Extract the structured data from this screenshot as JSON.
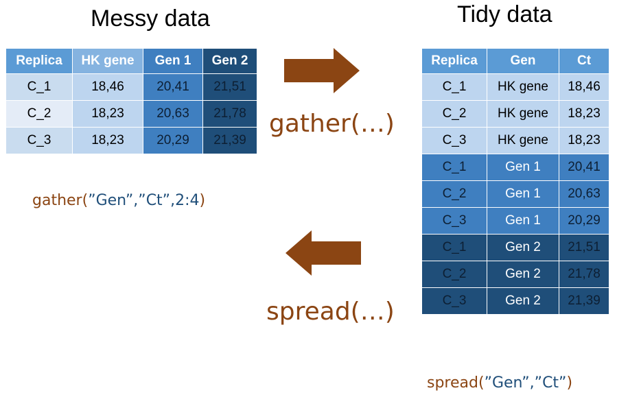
{
  "messy": {
    "title": "Messy data",
    "headers": [
      "Replica",
      "HK gene",
      "Gen 1",
      "Gen 2"
    ],
    "header_colors": [
      "#5b9bd5",
      "#85b3e0",
      "#3f7fc0",
      "#1f4e79"
    ],
    "rows": [
      [
        "C_1",
        "18,46",
        "20,41",
        "21,51"
      ],
      [
        "C_2",
        "18,23",
        "20,63",
        "21,78"
      ],
      [
        "C_3",
        "18,23",
        "20,29",
        "21,39"
      ]
    ],
    "col_colors": [
      "#d8e3f2",
      "#bdd5ef",
      "#3f7fc0",
      "#1f4e79"
    ],
    "row_first_colors": [
      "#c9dcef",
      "#e4ecf7",
      "#c9dcef"
    ]
  },
  "tidy": {
    "title": "Tidy data",
    "headers": [
      "Replica",
      "Gen",
      "Ct"
    ],
    "header_color": "#5b9bd5",
    "rows": [
      [
        "C_1",
        "HK gene",
        "18,46"
      ],
      [
        "C_2",
        "HK gene",
        "18,23"
      ],
      [
        "C_3",
        "HK gene",
        "18,23"
      ],
      [
        "C_1",
        "Gen 1",
        "20,41"
      ],
      [
        "C_2",
        "Gen 1",
        "20,63"
      ],
      [
        "C_3",
        "Gen 1",
        "20,29"
      ],
      [
        "C_1",
        "Gen 2",
        "21,51"
      ],
      [
        "C_2",
        "Gen 2",
        "21,78"
      ],
      [
        "C_3",
        "Gen 2",
        "21,39"
      ]
    ],
    "group_colors": [
      "#bdd5ef",
      "#3f7fc0",
      "#1f4e79"
    ]
  },
  "gather_label": "gather(…)",
  "spread_label": "spread(…)",
  "gather_call": {
    "fn": "gather(",
    "args": "”Gen”,”Ct”,2:4",
    "close": ")"
  },
  "spread_call": {
    "fn": "spread(",
    "args": "”Gen”,”Ct”",
    "close": ")"
  },
  "colors": {
    "arrow": "#8b4513",
    "function": "#8b4513",
    "argument": "#1f4e79"
  }
}
